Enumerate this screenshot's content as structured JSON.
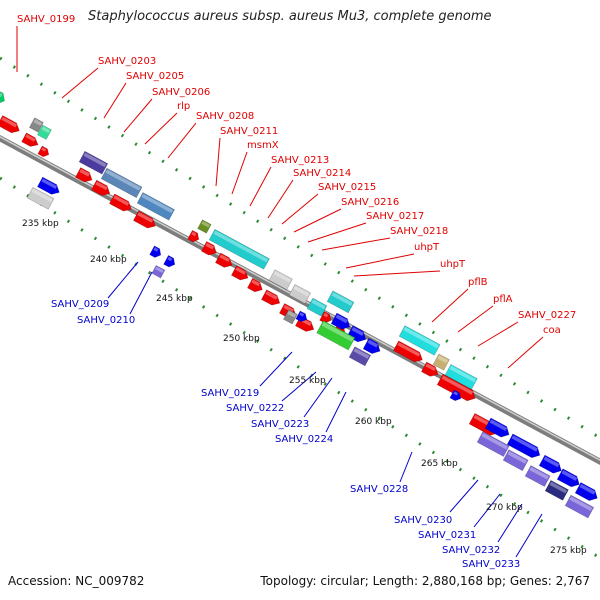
{
  "title": "Staphylococcus aureus subsp. aureus Mu3, complete genome",
  "footer": {
    "accession": "Accession: NC_009782",
    "summary": "Topology: circular; Length: 2,880,168 bp; Genes: 2,767"
  },
  "colors": {
    "backbone": "#8c8c8c",
    "forward_label": "#e00000",
    "reverse_label": "#0000cc",
    "tick_dots": "#2e8b2e",
    "forward_gene": "#ee0000",
    "reverse_gene": "#0000ee"
  },
  "scale_labels": [
    "235 kbp",
    "240 kbp",
    "245 kbp",
    "250 kbp",
    "255 kbp",
    "260 kbp",
    "265 kbp",
    "270 kbp",
    "275 kbp"
  ],
  "top_labels": [
    "SAHV_0199",
    "SAHV_0203",
    "SAHV_0205",
    "SAHV_0206",
    "rlp",
    "SAHV_0208",
    "SAHV_0211",
    "msmX",
    "SAHV_0213",
    "SAHV_0214",
    "SAHV_0215",
    "SAHV_0216",
    "SAHV_0217",
    "SAHV_0218",
    "uhpT",
    "uhpT",
    "pflB",
    "pflA",
    "SAHV_0227",
    "coa"
  ],
  "bottom_labels": [
    "SAHV_0209",
    "SAHV_0210",
    "SAHV_0219",
    "SAHV_0222",
    "SAHV_0223",
    "SAHV_0224",
    "SAHV_0228",
    "SAHV_0230",
    "SAHV_0231",
    "SAHV_0232",
    "SAHV_0233"
  ]
}
